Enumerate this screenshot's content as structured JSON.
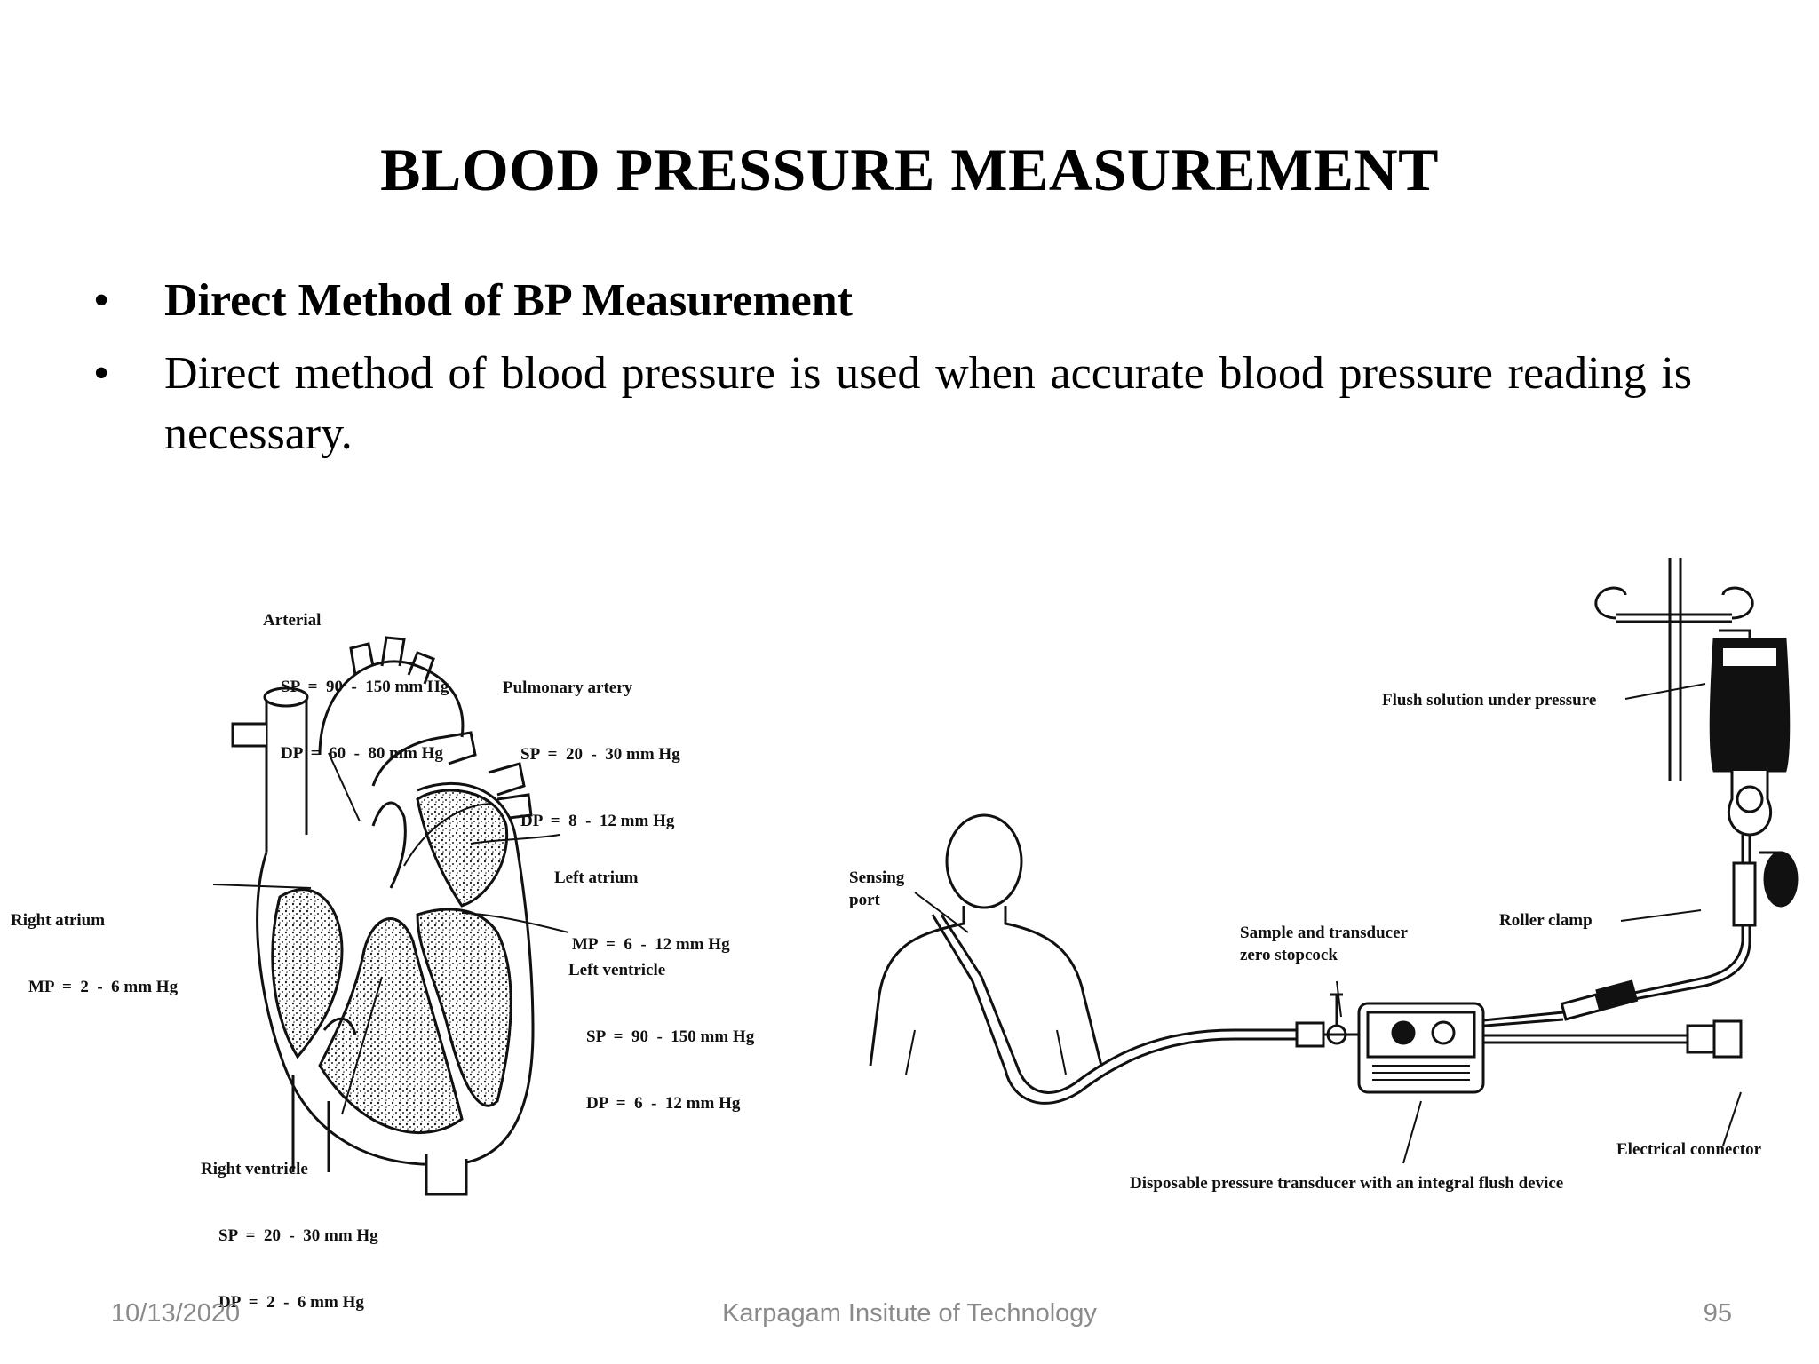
{
  "slide": {
    "title": "BLOOD PRESSURE MEASUREMENT",
    "bullets": [
      {
        "marker": "•",
        "text": "Direct Method of BP Measurement"
      },
      {
        "marker": "•",
        "text": "Direct method of blood pressure is used when accurate blood pressure reading is necessary."
      }
    ]
  },
  "heart_figure": {
    "arterial": {
      "name": "Arterial",
      "sp": "SP  =  90  -  150 mm Hg",
      "dp": "DP  =  60  -  80 mm Hg"
    },
    "pulmonary_artery": {
      "name": "Pulmonary artery",
      "sp": "SP  =  20  -  30 mm Hg",
      "dp": "DP  =  8  -  12 mm Hg"
    },
    "left_atrium": {
      "name": "Left atrium",
      "mp": "MP  =  6  -  12 mm Hg"
    },
    "right_atrium": {
      "name": "Right atrium",
      "mp": "MP  =  2  -  6 mm Hg"
    },
    "left_ventricle": {
      "name": "Left ventricle",
      "sp": "SP  =  90  -  150 mm Hg",
      "dp": "DP  =  6  -  12 mm Hg"
    },
    "right_ventricle": {
      "name": "Right ventricle",
      "sp": "SP  =  20  -  30 mm Hg",
      "dp": "DP  =  2  -  6 mm Hg"
    }
  },
  "setup_figure": {
    "flush_solution": "Flush solution under pressure",
    "sensing_port": "Sensing\nport",
    "roller_clamp": "Roller clamp",
    "stopcock": "Sample and transducer\nzero stopcock",
    "electrical_connector": "Electrical connector",
    "transducer": "Disposable pressure transducer with an integral flush device"
  },
  "footer": {
    "date": "10/13/2020",
    "institution": "Karpagam Insitute of Technology",
    "page_number": "95"
  }
}
